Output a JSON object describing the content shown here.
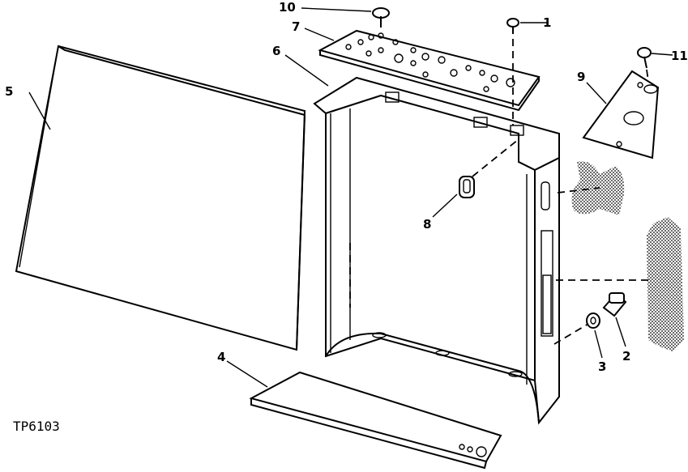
{
  "figure_id": "TP6103",
  "callouts": [
    {
      "id": "c1",
      "text": "1"
    },
    {
      "id": "c2",
      "text": "2"
    },
    {
      "id": "c3",
      "text": "3"
    },
    {
      "id": "c4",
      "text": "4"
    },
    {
      "id": "c5",
      "text": "5"
    },
    {
      "id": "c6",
      "text": "6"
    },
    {
      "id": "c7",
      "text": "7"
    },
    {
      "id": "c8",
      "text": "8"
    },
    {
      "id": "c9",
      "text": "9"
    },
    {
      "id": "c10",
      "text": "10"
    },
    {
      "id": "c11",
      "text": "11"
    }
  ],
  "colors": {
    "ink": "#000000",
    "paper": "#ffffff"
  }
}
